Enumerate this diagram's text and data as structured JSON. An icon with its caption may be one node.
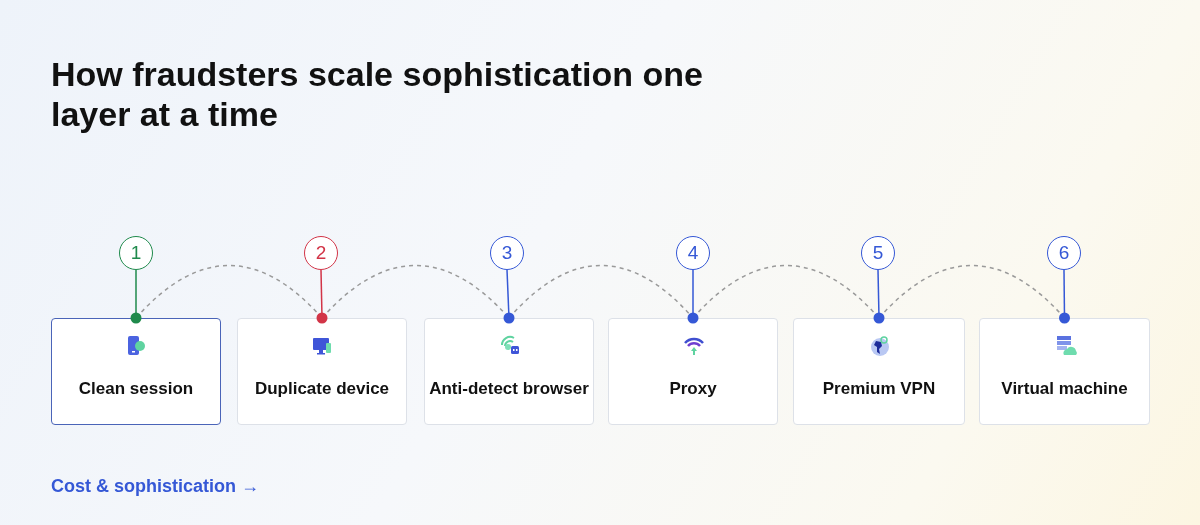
{
  "diagram": {
    "title": "How fraudsters scale sophistication one layer at a time",
    "nodes": [
      {
        "text": [
          "1"
        ]
      },
      {
        "text": [
          "2"
        ]
      },
      {
        "text": [
          "3"
        ]
      },
      {
        "text": [
          "4"
        ]
      },
      {
        "text": [
          "5"
        ]
      },
      {
        "text": [
          "6"
        ]
      },
      {
        "text": [
          "Clean session"
        ]
      },
      {
        "text": [
          "Duplicate device"
        ]
      },
      {
        "text": [
          "Anti-detect browser"
        ]
      },
      {
        "text": [
          "Proxy"
        ]
      },
      {
        "text": [
          "Premium VPN"
        ]
      },
      {
        "text": [
          "Virtual machine"
        ]
      }
    ],
    "edges": [
      {
        "from": 0,
        "to": 6,
        "arrow": "other",
        "color": "#1f8a4c"
      },
      {
        "from": 1,
        "to": 7,
        "arrow": "other",
        "color": "#d23447"
      },
      {
        "from": 2,
        "to": 8,
        "arrow": "other",
        "color": "#3558d6"
      },
      {
        "from": 3,
        "to": 9,
        "arrow": "other",
        "color": "#3558d6"
      },
      {
        "from": 4,
        "to": 10,
        "arrow": "other",
        "color": "#3558d6"
      },
      {
        "from": 5,
        "to": 11,
        "arrow": "other",
        "color": "#3558d6"
      },
      {
        "from": 6,
        "to": 7,
        "arrow": "none",
        "style": "dashed"
      },
      {
        "from": 7,
        "to": 8,
        "arrow": "none",
        "style": "dashed"
      },
      {
        "from": 8,
        "to": 9,
        "arrow": "none",
        "style": "dashed"
      },
      {
        "from": 9,
        "to": 10,
        "arrow": "none",
        "style": "dashed"
      },
      {
        "from": 10,
        "to": 11,
        "arrow": "none",
        "style": "dashed"
      }
    ],
    "labels": [
      "Cost & sophistication →"
    ]
  }
}
